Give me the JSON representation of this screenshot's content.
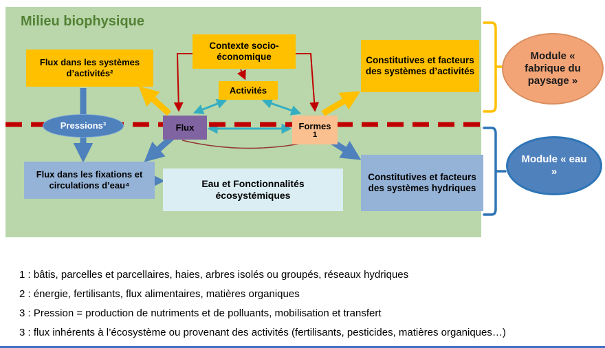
{
  "diagram": {
    "title": "Milieu biophysique",
    "boxes": {
      "flux_systemes_activites": "Flux dans les systèmes d’activités²",
      "contexte_socio_economique": "Contexte socio-économique",
      "activites": "Activités",
      "constitutives_activites": "Constitutives et facteurs des systèmes d’activités",
      "flux": "Flux",
      "formes": "Formes",
      "formes_footnote": "1",
      "pressions": "Pressions³",
      "flux_fixations": "Flux dans les fixations et circulations d’eau⁴",
      "eau_fonctionnalites": "Eau et Fonctionnalités écosystémiques",
      "constitutives_hydriques": "Constitutives et facteurs des systèmes hydriques"
    },
    "modules": {
      "fabrique_paysage": "Module « fabrique du paysage »",
      "eau": "Module « eau »"
    },
    "colors": {
      "panel_green": "#b9d7aa",
      "title_green": "#538135",
      "orange": "#ffc000",
      "purple": "#8064a2",
      "peach": "#fac090",
      "blue_box": "#95b3d7",
      "light_blue_box": "#daeef3",
      "blue_ellipse": "#4f81bd",
      "module_orange": "#f2a477",
      "red_dashed": "#c00000",
      "teal_arrow": "#35aec2",
      "blue_arrow": "#4f81bd",
      "yellow_arrow": "#ffc000",
      "red_arrow": "#c00000",
      "bracket_yellow": "#ffc000",
      "bracket_blue": "#2e75b6",
      "bottom_bar_blue": "#4472c4"
    }
  },
  "footnotes": [
    "1 : bâtis, parcelles et parcellaires, haies, arbres isolés ou groupés, réseaux hydriques",
    "2 : énergie, fertilisants, flux alimentaires, matières organiques",
    "3 : Pression = production de nutriments et de polluants, mobilisation et transfert",
    "3 : flux inhérents à l’écosystème ou provenant des activités (fertilisants, pesticides, matières organiques…)"
  ]
}
